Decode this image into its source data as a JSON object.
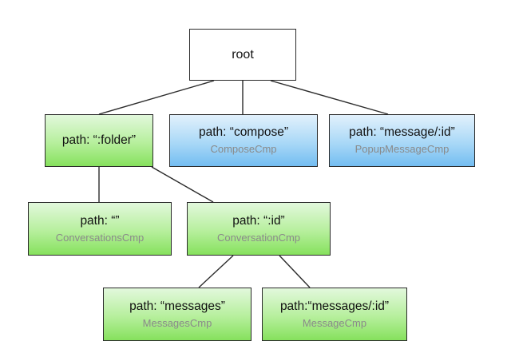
{
  "diagram": {
    "nodes": [
      {
        "id": "root",
        "path": "root",
        "cmp": "",
        "style": "white"
      },
      {
        "id": "folder",
        "path": "path: “:folder”",
        "cmp": "",
        "style": "green"
      },
      {
        "id": "compose",
        "path": "path: “compose”",
        "cmp": "ComposeCmp",
        "style": "blue"
      },
      {
        "id": "message-id",
        "path": "path: “message/:id”",
        "cmp": "PopupMessageCmp",
        "style": "blue"
      },
      {
        "id": "empty",
        "path": "path: “”",
        "cmp": "ConversationsCmp",
        "style": "green"
      },
      {
        "id": "conv-id",
        "path": "path: “:id”",
        "cmp": "ConversationCmp",
        "style": "green"
      },
      {
        "id": "messages",
        "path": "path: “messages”",
        "cmp": "MessagesCmp",
        "style": "green"
      },
      {
        "id": "messages-id",
        "path": "path:“messages/:id”",
        "cmp": "MessageCmp",
        "style": "green"
      }
    ],
    "edges": [
      {
        "from": "root",
        "to": "folder"
      },
      {
        "from": "root",
        "to": "compose"
      },
      {
        "from": "root",
        "to": "message-id"
      },
      {
        "from": "folder",
        "to": "empty"
      },
      {
        "from": "folder",
        "to": "conv-id"
      },
      {
        "from": "conv-id",
        "to": "messages"
      },
      {
        "from": "conv-id",
        "to": "messages-id"
      }
    ],
    "colors": {
      "green_top": "#e2f8dc",
      "green_bottom": "#86e15d",
      "blue_top": "#e2f1fc",
      "blue_bottom": "#73bdf1",
      "border": "#2b2b2b",
      "component_text": "#8a8a8a"
    }
  }
}
